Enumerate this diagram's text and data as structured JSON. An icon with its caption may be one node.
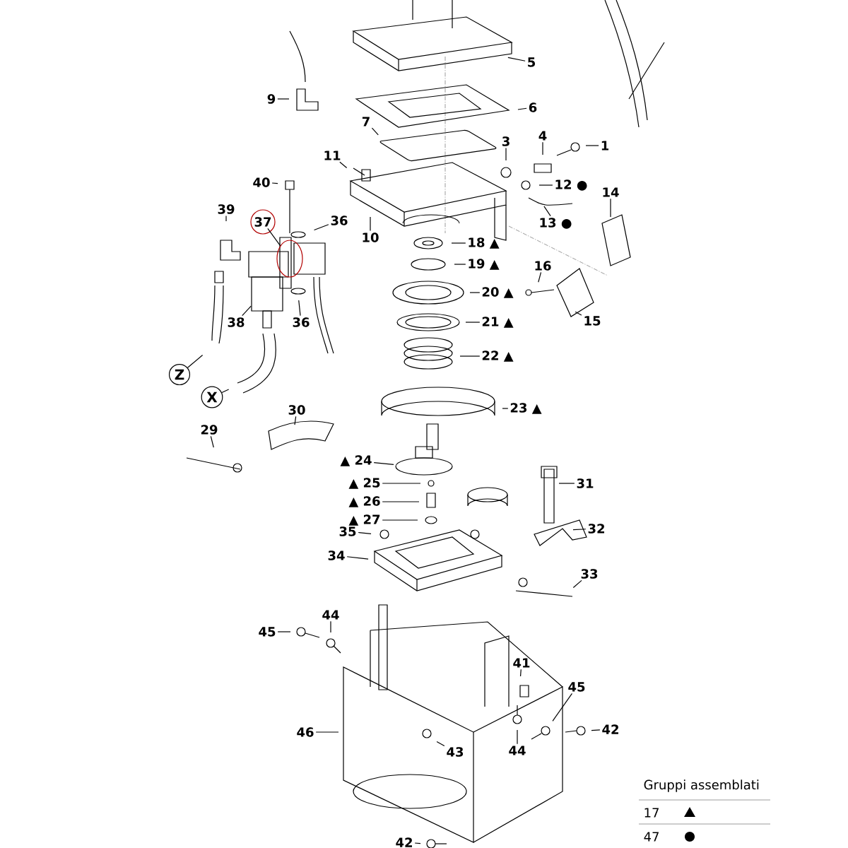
{
  "diagram": {
    "nodes": [
      {
        "text": [
          "1"
        ]
      },
      {
        "text": [
          "3"
        ]
      },
      {
        "text": [
          "4"
        ]
      },
      {
        "text": [
          "5"
        ]
      },
      {
        "text": [
          "6"
        ]
      },
      {
        "text": [
          "7"
        ]
      },
      {
        "text": [
          "9"
        ]
      },
      {
        "text": [
          "10"
        ]
      },
      {
        "text": [
          "11"
        ]
      },
      {
        "text": [
          "12 ●"
        ]
      },
      {
        "text": [
          "13 ●"
        ]
      },
      {
        "text": [
          "14"
        ]
      },
      {
        "text": [
          "15"
        ]
      },
      {
        "text": [
          "16"
        ]
      },
      {
        "text": [
          "18 ▲"
        ]
      },
      {
        "text": [
          "19 ▲"
        ]
      },
      {
        "text": [
          "20 ▲"
        ]
      },
      {
        "text": [
          "21 ▲"
        ]
      },
      {
        "text": [
          "22 ▲"
        ]
      },
      {
        "text": [
          "23 ▲"
        ]
      },
      {
        "text": [
          "▲ 24"
        ]
      },
      {
        "text": [
          "▲ 25"
        ]
      },
      {
        "text": [
          "▲ 26"
        ]
      },
      {
        "text": [
          "▲ 27"
        ]
      },
      {
        "text": [
          "29"
        ]
      },
      {
        "text": [
          "30"
        ]
      },
      {
        "text": [
          "31"
        ]
      },
      {
        "text": [
          "32"
        ]
      },
      {
        "text": [
          "33"
        ]
      },
      {
        "text": [
          "34"
        ]
      },
      {
        "text": [
          "35"
        ]
      },
      {
        "text": [
          "36"
        ]
      },
      {
        "text": [
          "36"
        ]
      },
      {
        "text": [
          "37"
        ]
      },
      {
        "text": [
          "38"
        ]
      },
      {
        "text": [
          "39"
        ]
      },
      {
        "text": [
          "40"
        ]
      },
      {
        "text": [
          "41"
        ]
      },
      {
        "text": [
          "42"
        ]
      },
      {
        "text": [
          "42"
        ]
      },
      {
        "text": [
          "43"
        ]
      },
      {
        "text": [
          "44"
        ]
      },
      {
        "text": [
          "44"
        ]
      },
      {
        "text": [
          "45"
        ]
      },
      {
        "text": [
          "45"
        ]
      },
      {
        "text": [
          "46"
        ]
      },
      {
        "text": [
          "X"
        ]
      },
      {
        "text": [
          "Z"
        ]
      },
      {
        "text": [],
        "shape": "circle"
      }
    ],
    "edges": [
      {
        "from": 0,
        "to": null,
        "arrow": "none"
      },
      {
        "from": 1,
        "to": null,
        "arrow": "none"
      },
      {
        "from": 2,
        "to": null,
        "arrow": "none"
      },
      {
        "from": 3,
        "to": null,
        "arrow": "none"
      },
      {
        "from": 4,
        "to": null,
        "arrow": "none"
      },
      {
        "from": 5,
        "to": null,
        "arrow": "none"
      },
      {
        "from": 6,
        "to": null,
        "arrow": "none"
      },
      {
        "from": 7,
        "to": null,
        "arrow": "none"
      },
      {
        "from": 8,
        "to": null,
        "arrow": "none"
      },
      {
        "from": 9,
        "to": null,
        "arrow": "none"
      },
      {
        "from": 10,
        "to": null,
        "arrow": "none"
      },
      {
        "from": 11,
        "to": null,
        "arrow": "none"
      },
      {
        "from": 12,
        "to": null,
        "arrow": "none"
      },
      {
        "from": 13,
        "to": null,
        "arrow": "none"
      },
      {
        "from": 14,
        "to": null,
        "arrow": "none"
      },
      {
        "from": 15,
        "to": null,
        "arrow": "none"
      },
      {
        "from": 16,
        "to": null,
        "arrow": "none"
      },
      {
        "from": 17,
        "to": null,
        "arrow": "none"
      },
      {
        "from": 18,
        "to": null,
        "arrow": "none"
      },
      {
        "from": 19,
        "to": null,
        "arrow": "none"
      },
      {
        "from": 20,
        "to": null,
        "arrow": "none"
      },
      {
        "from": 21,
        "to": null,
        "arrow": "none"
      },
      {
        "from": 22,
        "to": null,
        "arrow": "none"
      },
      {
        "from": 23,
        "to": null,
        "arrow": "none"
      },
      {
        "from": 24,
        "to": null,
        "arrow": "none"
      },
      {
        "from": 25,
        "to": null,
        "arrow": "none"
      },
      {
        "from": 26,
        "to": null,
        "arrow": "none"
      },
      {
        "from": 27,
        "to": null,
        "arrow": "none"
      },
      {
        "from": 28,
        "to": null,
        "arrow": "none"
      },
      {
        "from": 29,
        "to": null,
        "arrow": "none"
      },
      {
        "from": 30,
        "to": null,
        "arrow": "none"
      },
      {
        "from": 31,
        "to": null,
        "arrow": "none"
      },
      {
        "from": 32,
        "to": null,
        "arrow": "none"
      },
      {
        "from": 33,
        "to": 48,
        "arrow": "none"
      },
      {
        "from": 34,
        "to": null,
        "arrow": "none"
      },
      {
        "from": 35,
        "to": null,
        "arrow": "none"
      },
      {
        "from": 36,
        "to": null,
        "arrow": "none"
      },
      {
        "from": 37,
        "to": null,
        "arrow": "none"
      },
      {
        "from": 38,
        "to": null,
        "arrow": "none"
      },
      {
        "from": 39,
        "to": null,
        "arrow": "none"
      },
      {
        "from": 40,
        "to": null,
        "arrow": "none"
      },
      {
        "from": 41,
        "to": null,
        "arrow": "none"
      },
      {
        "from": 42,
        "to": null,
        "arrow": "none"
      },
      {
        "from": 43,
        "to": null,
        "arrow": "none"
      },
      {
        "from": 44,
        "to": null,
        "arrow": "none"
      },
      {
        "from": 45,
        "to": null,
        "arrow": "none"
      },
      {
        "from": 46,
        "to": null,
        "arrow": "none"
      },
      {
        "from": 47,
        "to": null,
        "arrow": "none"
      }
    ],
    "labels": [
      "Gruppi assemblati"
    ],
    "legend": [
      {
        "text": "17"
      },
      {
        "text": "47"
      }
    ]
  }
}
